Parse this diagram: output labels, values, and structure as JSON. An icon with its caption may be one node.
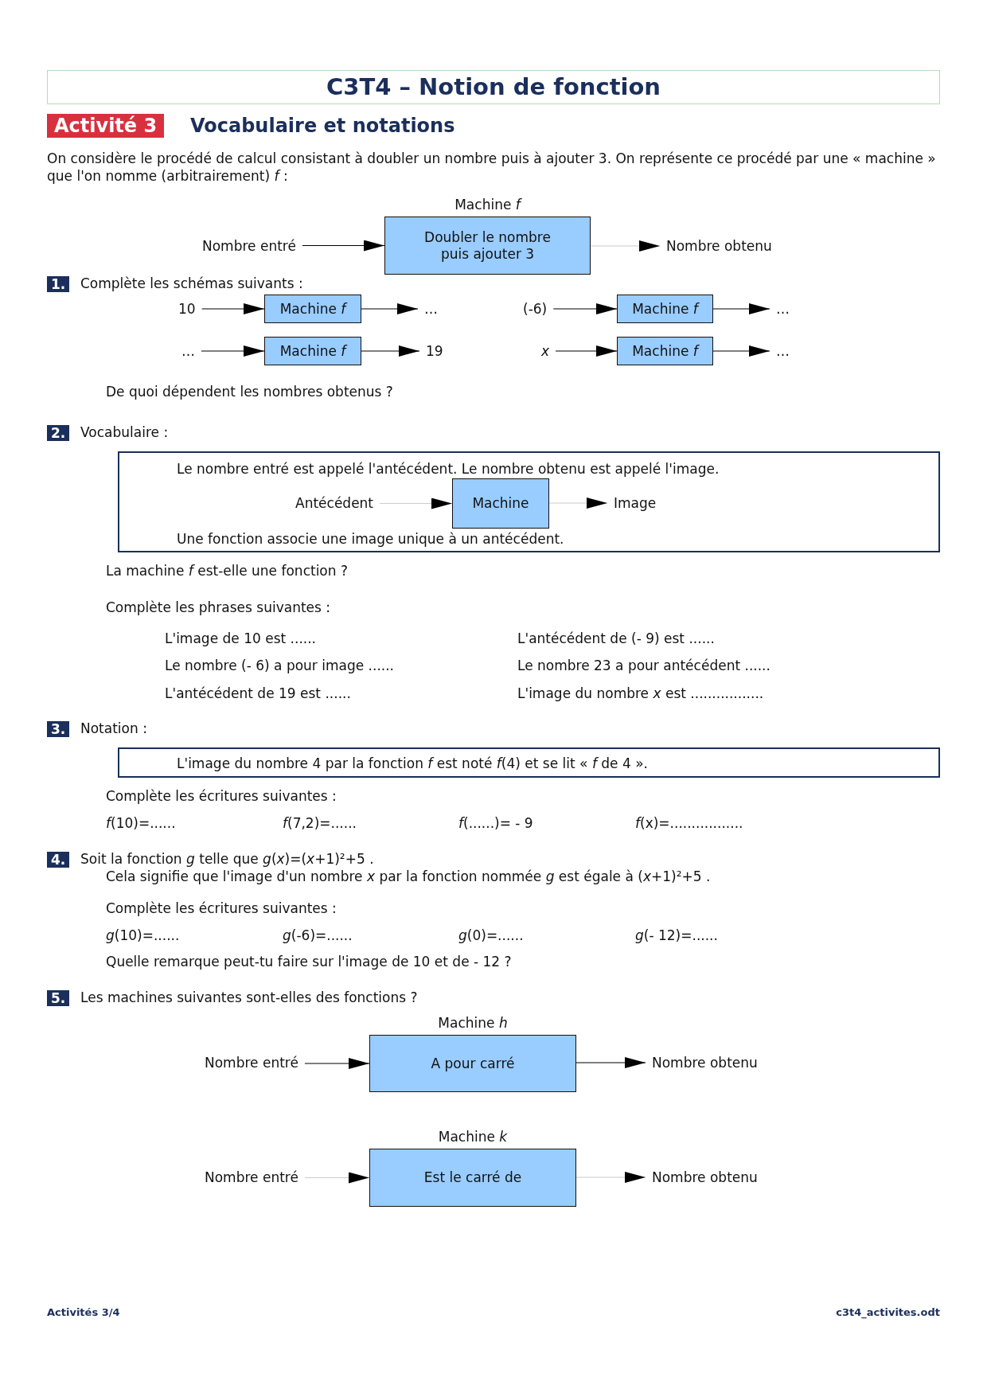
{
  "diagram": {
    "title": "C3T4 – Notion de fonction",
    "nodes": [
      {
        "text": [
          "Nombre entré"
        ]
      },
      {
        "text": [
          "Machine *f*",
          "Doubler le nombre puis ajouter 3"
        ]
      },
      {
        "text": [
          "Nombre obtenu"
        ]
      },
      {
        "text": [
          "10"
        ]
      },
      {
        "text": [
          "Machine *f*"
        ]
      },
      {
        "text": [
          "…"
        ]
      },
      {
        "text": [
          "(-6)"
        ]
      },
      {
        "text": [
          "Machine *f*"
        ]
      },
      {
        "text": [
          "…"
        ]
      },
      {
        "text": [
          "…"
        ]
      },
      {
        "text": [
          "Machine *f*"
        ]
      },
      {
        "text": [
          "19"
        ]
      },
      {
        "text": [
          "x"
        ]
      },
      {
        "text": [
          "Machine *f*"
        ]
      },
      {
        "text": [
          "…"
        ]
      },
      {
        "text": [
          "Le nombre entré est appelé l'antécédent. Le nombre obtenu est appelé l'image.",
          "Une fonction associe une image unique à un antécédent."
        ]
      },
      {
        "text": [
          "Antécédent"
        ],
        "in": 15
      },
      {
        "text": [
          "Machine"
        ],
        "in": 15
      },
      {
        "text": [
          "Image"
        ],
        "in": 15
      },
      {
        "text": [
          "L'image du nombre 4 par la fonction *f* est noté *f*(4) et se lit « *f* de 4 »."
        ]
      },
      {
        "text": [
          "Nombre entré"
        ]
      },
      {
        "text": [
          "Machine *h*",
          "A pour carré"
        ]
      },
      {
        "text": [
          "Nombre obtenu"
        ]
      },
      {
        "text": [
          "Nombre entré"
        ]
      },
      {
        "text": [
          "Machine *k*",
          "Est le carré de"
        ]
      },
      {
        "text": [
          "Nombre obtenu"
        ]
      }
    ],
    "edges": [
      {
        "from": 0,
        "to": 1,
        "arrow": "to"
      },
      {
        "from": 1,
        "to": 2,
        "arrow": "to",
        "color": "#cccccc"
      },
      {
        "from": 3,
        "to": 4,
        "arrow": "to"
      },
      {
        "from": 4,
        "to": 5,
        "arrow": "to"
      },
      {
        "from": 6,
        "to": 7,
        "arrow": "to"
      },
      {
        "from": 7,
        "to": 8,
        "arrow": "to"
      },
      {
        "from": 9,
        "to": 10,
        "arrow": "to"
      },
      {
        "from": 10,
        "to": 11,
        "arrow": "to"
      },
      {
        "from": 12,
        "to": 13,
        "arrow": "to"
      },
      {
        "from": 13,
        "to": 14,
        "arrow": "to"
      },
      {
        "from": 16,
        "to": 17,
        "arrow": "to",
        "color": "#cccccc"
      },
      {
        "from": 17,
        "to": 18,
        "arrow": "to",
        "color": "#cccccc"
      },
      {
        "from": 20,
        "to": 21,
        "arrow": "to"
      },
      {
        "from": 21,
        "to": 22,
        "arrow": "to"
      },
      {
        "from": 23,
        "to": 24,
        "arrow": "to",
        "color": "#cccccc"
      },
      {
        "from": 24,
        "to": 25,
        "arrow": "to",
        "color": "#cccccc"
      }
    ],
    "labels": [
      "Activité 3",
      "Vocabulaire et notations",
      "On considère le procédé de calcul consistant à doubler un nombre puis à ajouter 3. On représente ce procédé par une « machine » que l'on nomme (arbitrairement) *f* :",
      "1.",
      "Complète les schémas suivants :",
      "De quoi dépendent les nombres obtenus ?",
      "2.",
      "Vocabulaire :",
      "La machine *f* est-elle une fonction ?",
      "Complète les phrases suivantes :",
      "L'image de 10 est ......",
      "L'antécédent de (- 9) est ......",
      "Le nombre (- 6) a pour image ......",
      "Le nombre 23 a pour antécédent ......",
      "L'antécédent de 19 est ......",
      "L'image du nombre *x* est .................",
      "3.",
      "Notation :",
      "Complète les écritures suivantes :",
      "*f*(10)=......",
      "*f*(7,2)=......",
      "*f*(......)= - 9",
      "*f*(x)=.................",
      "4.",
      "Soit la fonction *g* telle que *g*(*x*)=(*x*+1)²+5 .",
      "Cela signifie que l'image d'un nombre *x* par la fonction nommée *g* est égale à (*x*+1)²+5 .",
      "Complète les écritures suivantes :",
      "*g*(10)=......",
      "*g*(-6)=......",
      "*g*(0)=......",
      "*g*(- 12)=......",
      "Quelle remarque peut-tu faire sur l'image de 10 et de - 12 ?",
      "5.",
      "Les machines suivantes sont-elles des fonctions ?",
      "Activités 3/4",
      "c3t4_activites.odt"
    ]
  }
}
